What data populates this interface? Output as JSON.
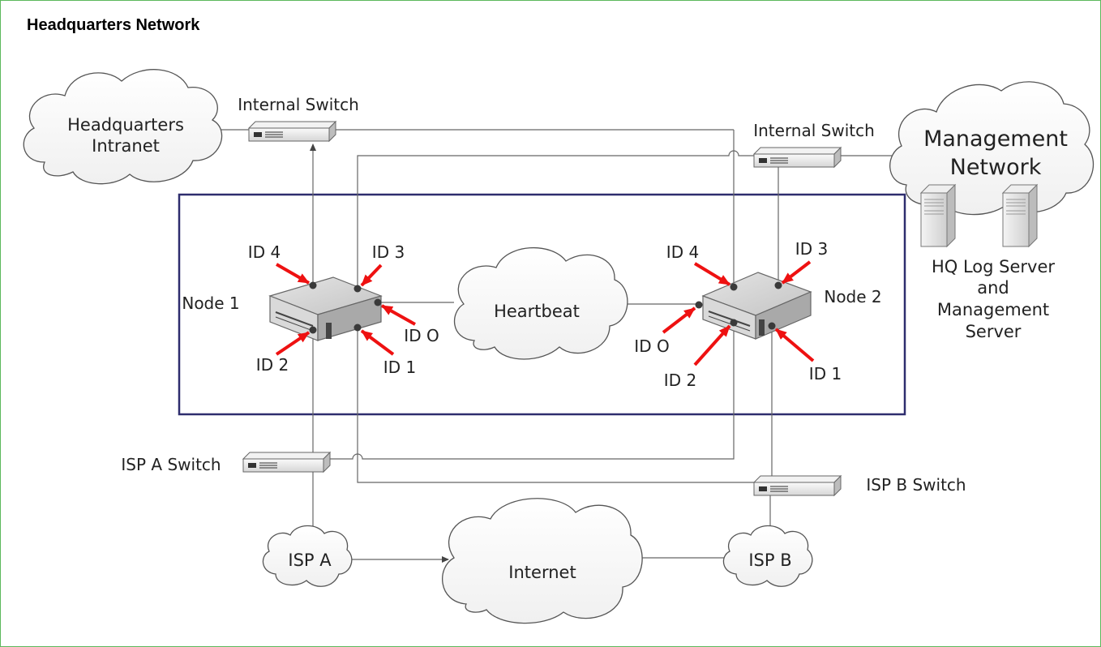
{
  "title": "Headquarters Network",
  "labels": {
    "hq_intranet_line1": "Headquarters",
    "hq_intranet_line2": "Intranet",
    "internal_switch_left": "Internal Switch",
    "internal_switch_right": "Internal Switch",
    "mgmt_line1": "Management",
    "mgmt_line2": "Network",
    "hq_log_line1": "HQ Log Server",
    "hq_log_line2": "and",
    "hq_log_line3": "Management",
    "hq_log_line4": "Server",
    "node1": "Node 1",
    "node2": "Node 2",
    "heartbeat": "Heartbeat",
    "n1_id4": "ID 4",
    "n1_id3": "ID 3",
    "n1_id0": "ID O",
    "n1_id2": "ID 2",
    "n1_id1": "ID 1",
    "n2_id4": "ID 4",
    "n2_id3": "ID 3",
    "n2_id0": "ID O",
    "n2_id2": "ID 2",
    "n2_id1": "ID 1",
    "isp_a_switch": "ISP A Switch",
    "isp_b_switch": "ISP B Switch",
    "isp_a": "ISP A",
    "isp_b": "ISP B",
    "internet": "Internet"
  },
  "colors": {
    "border": "#5cb85c",
    "cluster_box": "#2e2d6e",
    "arrow": "#ee1111",
    "line": "#555555"
  }
}
